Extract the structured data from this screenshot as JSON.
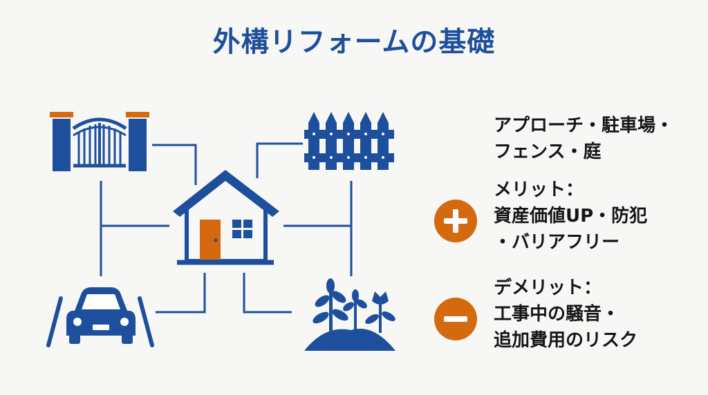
{
  "title": "外構リフォームの基礎",
  "scope": {
    "line1": "アプローチ・駐車場・",
    "line2": "フェンス・庭"
  },
  "merit": {
    "line1": "メリット：",
    "line2": "資産価値UP・防犯",
    "line3": "・バリアフリー"
  },
  "demerit": {
    "line1": "デメリット：",
    "line2": "工事中の騒音・",
    "line3": "追加費用のリスク"
  },
  "colors": {
    "primary": "#1d4f9c",
    "accent": "#d4690f"
  },
  "icons": [
    "house-icon",
    "gate-icon",
    "fence-icon",
    "car-icon",
    "garden-icon",
    "plus-icon",
    "minus-icon"
  ]
}
